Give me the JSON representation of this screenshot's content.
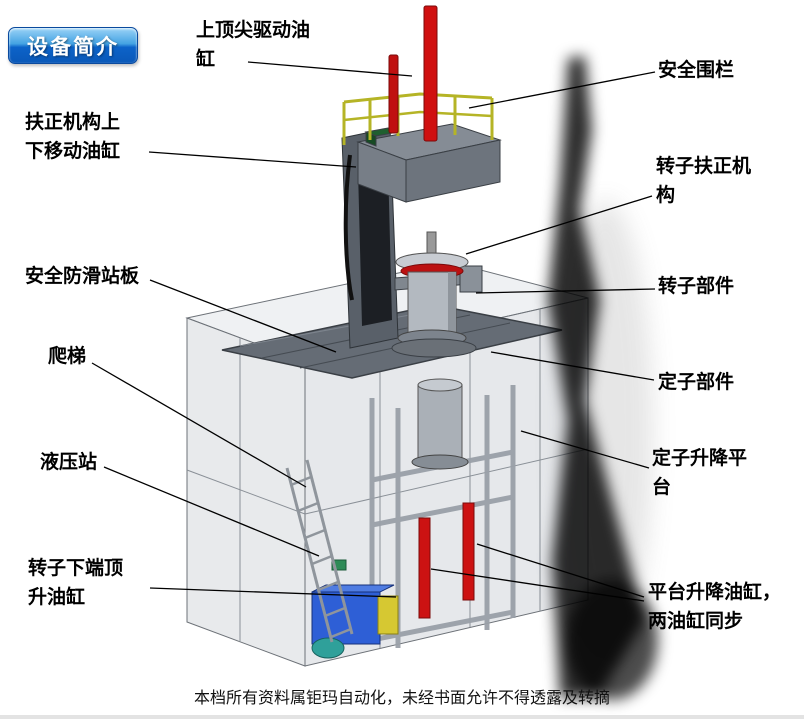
{
  "page": {
    "badge_text": "设备简介",
    "watermark": "本档所有资料属钜玛自动化，未经书面允许不得透露及转摘"
  },
  "labels": [
    {
      "id": "top-spindle-drive-cylinder",
      "text": "上顶尖驱动油\n缸"
    },
    {
      "id": "safety-fence",
      "text": "安全围栏"
    },
    {
      "id": "centering-mech-updown-cylinder",
      "text": "扶正机构上\n下移动油缸"
    },
    {
      "id": "rotor-centering-mechanism",
      "text": "转子扶正机\n构"
    },
    {
      "id": "anti-slip-standing-plate",
      "text": "安全防滑站板"
    },
    {
      "id": "rotor-component",
      "text": "转子部件"
    },
    {
      "id": "ladder",
      "text": "爬梯"
    },
    {
      "id": "stator-component",
      "text": "定子部件"
    },
    {
      "id": "hydraulic-station",
      "text": "液压站"
    },
    {
      "id": "stator-lift-platform",
      "text": "定子升降平\n台"
    },
    {
      "id": "rotor-bottom-jack-cylinder",
      "text": "转子下端顶\n升油缸"
    },
    {
      "id": "platform-lift-cylinders",
      "text": "平台升降油缸，\n两油缸同步"
    }
  ],
  "colors": {
    "badge_blue": "#0c63c9",
    "cylinder_red": "#cc1212",
    "railing_yellow": "#b5b426",
    "hydraulic_blue": "#2e5fd6",
    "frame_gray": "#9aa0a8",
    "platform_dark": "#656c75"
  }
}
